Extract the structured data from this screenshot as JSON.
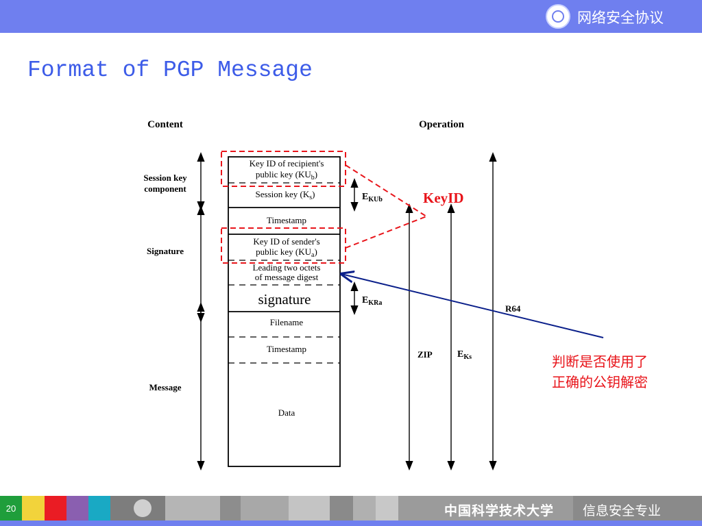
{
  "header": {
    "course_title": "网络安全协议"
  },
  "slide": {
    "title": "Format of PGP Message"
  },
  "diagram": {
    "col_content": "Content",
    "col_operation": "Operation",
    "groups": {
      "session_line1": "Session key",
      "session_line2": "component",
      "signature": "Signature",
      "message": "Message"
    },
    "fields": {
      "keyid_recipient_line1": "Key ID of recipient's",
      "keyid_recipient_line2": "public key (KU",
      "keyid_recipient_sub": "b",
      "session_key": "Session key (K",
      "session_key_sub": "s",
      "timestamp_sig": "Timestamp",
      "keyid_sender_line1": "Key ID of sender's",
      "keyid_sender_line2": "public key (KU",
      "keyid_sender_sub": "a",
      "leading_line1": "Leading two octets",
      "leading_line2": "of message digest",
      "signature": "signature",
      "filename": "Filename",
      "timestamp_msg": "Timestamp",
      "data": "Data"
    },
    "close_paren": ")",
    "ops": {
      "e_kub_main": "E",
      "e_kub_sub": "KUb",
      "e_kra_main": "E",
      "e_kra_sub": "KRa",
      "zip": "ZIP",
      "e_ks_main": "E",
      "e_ks_sub": "Ks",
      "r64": "R64"
    },
    "annotations": {
      "keyid": "KeyID",
      "note_line1": "判断是否使用了",
      "note_line2": "正确的公钥解密"
    },
    "colors": {
      "highlight": "#e8141a",
      "pointer": "#0a1f8a",
      "ink": "#000000"
    }
  },
  "footer": {
    "page_number": "20",
    "university": "中国科学技术大学",
    "department": "信息安全专业",
    "swatches": [
      "#f2d33b",
      "#ea1c24",
      "#8a5fb0",
      "#19a9c4"
    ]
  }
}
